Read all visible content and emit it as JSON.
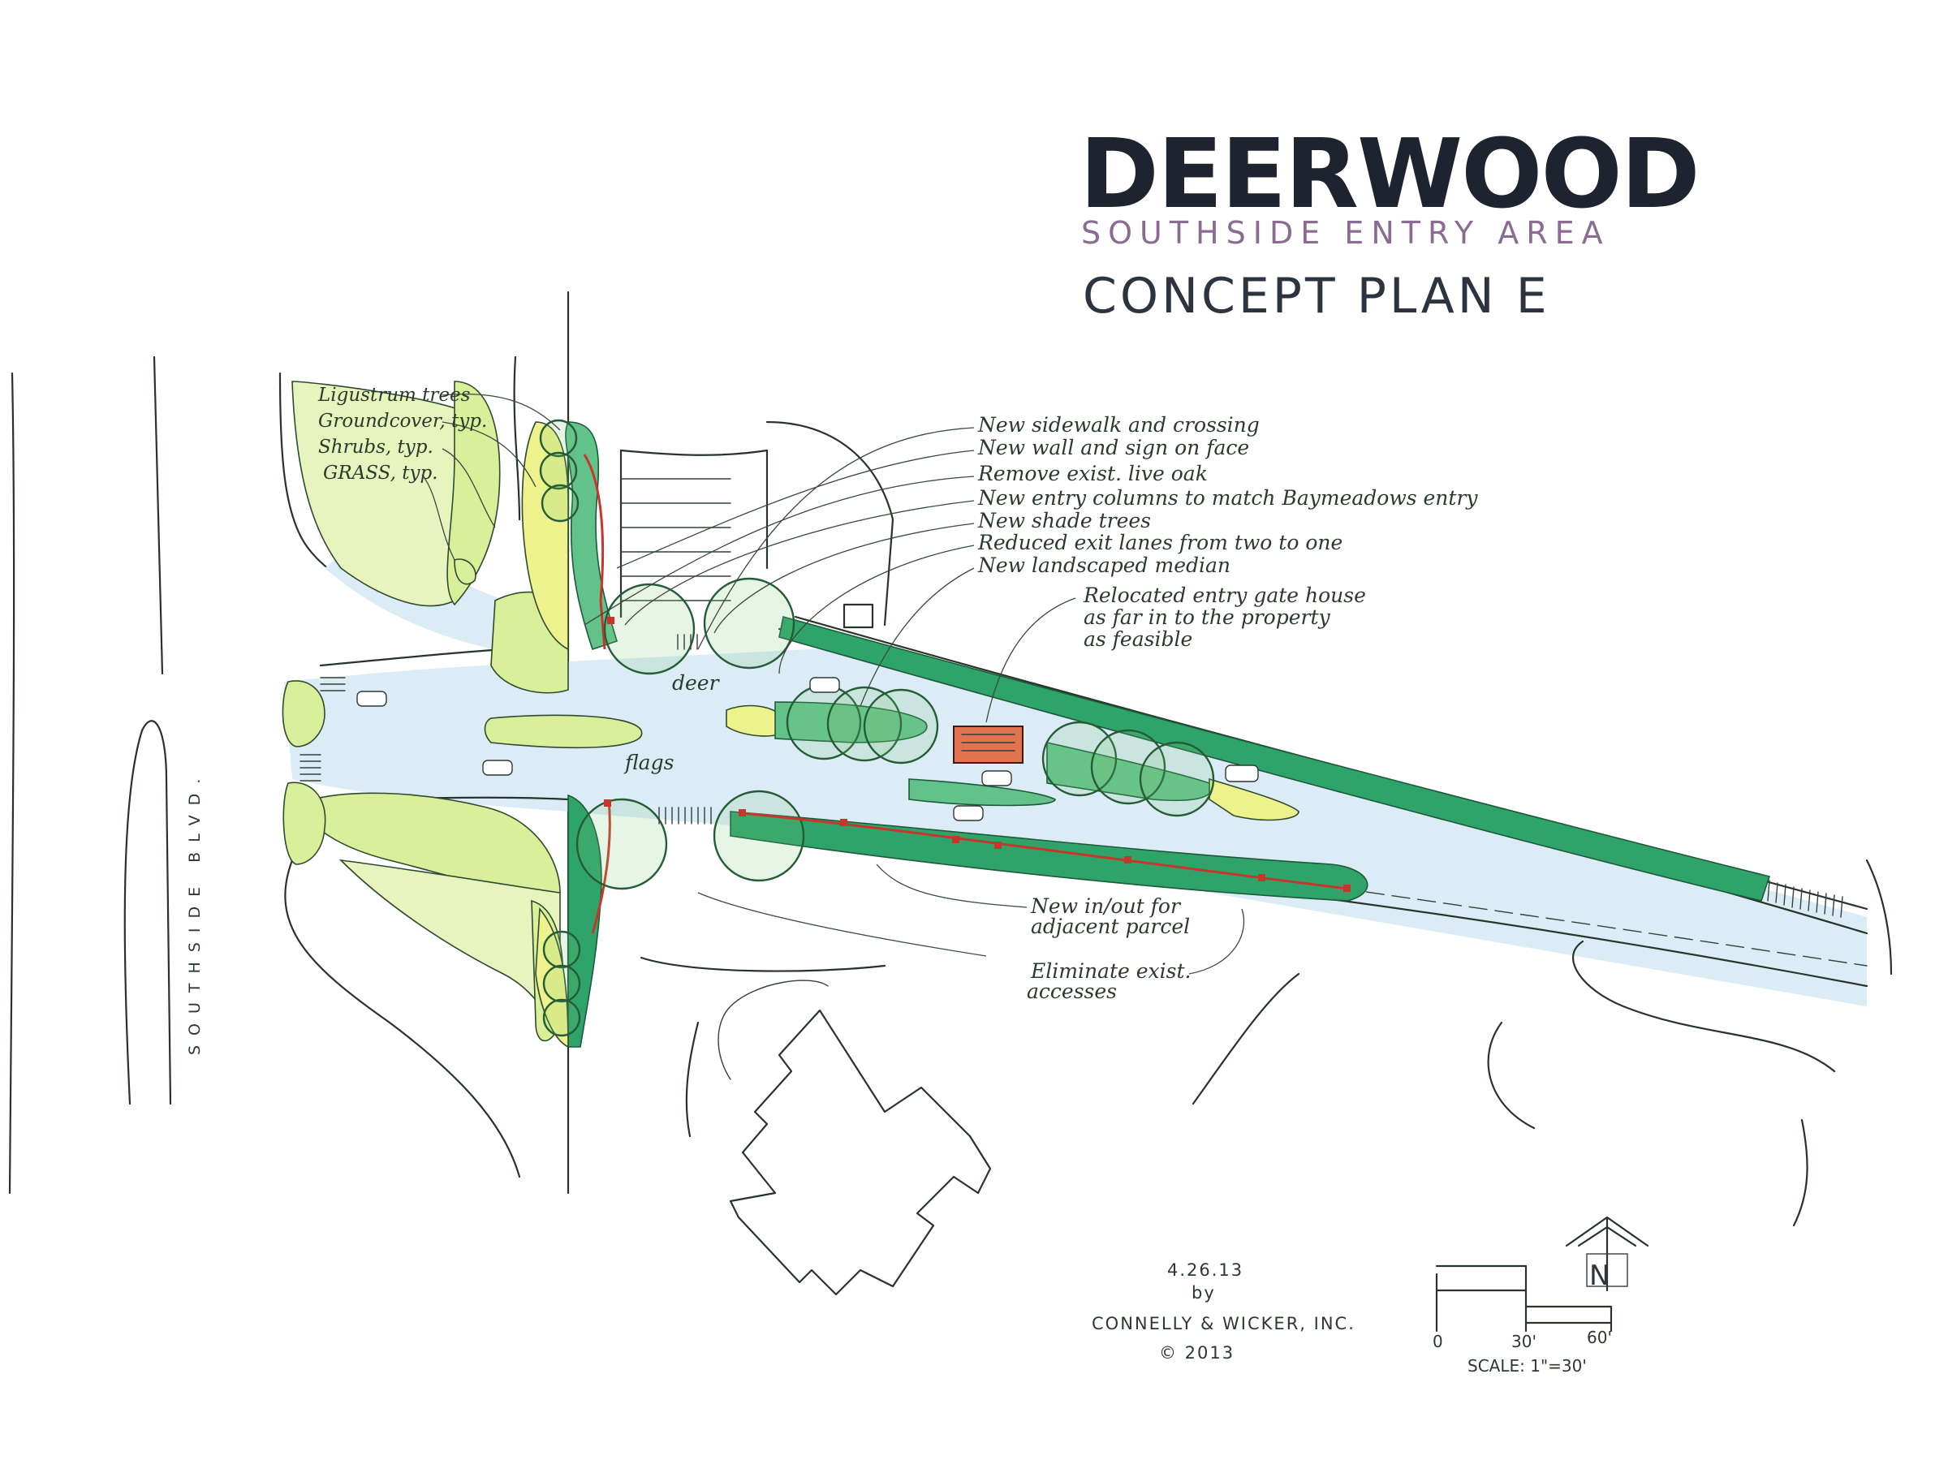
{
  "title": {
    "main": "DEERWOOD",
    "subtitle": "SOUTHSIDE ENTRY AREA",
    "plan": "CONCEPT PLAN E"
  },
  "colors": {
    "title_ink": "#1d2430",
    "subtitle": "#8a6c92",
    "hedge_green": "#2ea36a",
    "lawn_green": "#d9ef9a",
    "paving_blue": "#dcecf6",
    "gate_house": "#e2734f",
    "wall_red": "#c8362b"
  },
  "legend_notes": [
    "Ligustrum trees",
    "Groundcover, typ.",
    "Shrubs, typ.",
    "GRASS, typ."
  ],
  "callouts": [
    "New sidewalk and crossing",
    "New wall and sign on face",
    "Remove exist. live oak",
    "New entry columns to match Baymeadows entry",
    "New shade trees",
    "Reduced exit lanes from two to one",
    "New landscaped median"
  ],
  "gate_note": [
    "Relocated entry gate house",
    "as far in to the property",
    "as feasible"
  ],
  "median_labels": {
    "deer": "deer",
    "flags": "flags"
  },
  "lower_notes": {
    "inout": [
      "New in/out for",
      "adjacent parcel"
    ],
    "eliminate": [
      "Eliminate exist.",
      "accesses"
    ]
  },
  "road_label": "SOUTHSIDE BLVD.",
  "credits": {
    "date": "4.26.13",
    "by": "by",
    "firm": "CONNELLY & WICKER, INC.",
    "copyright": "© 2013"
  },
  "scale": {
    "ticks": [
      "0",
      "30'",
      "60'"
    ],
    "caption": "SCALE: 1\"=30'"
  },
  "north_arrow": {
    "letter": "N",
    "icon": "north-arrow-icon"
  }
}
